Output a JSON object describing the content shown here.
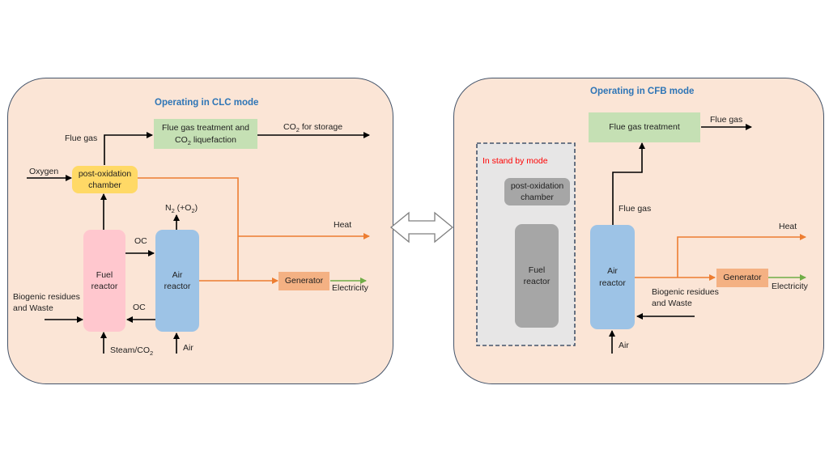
{
  "colors": {
    "panel_fill": "#fbe5d6",
    "panel_border": "#44546a",
    "title": "#2e75b6",
    "standby_text": "#ff0000",
    "green_box": "#c5e0b4",
    "yellow_box": "#ffd966",
    "pink_box": "#ffc7ce",
    "blue_box": "#9dc3e6",
    "orange_box": "#f4b183",
    "grey_box": "#a6a6a6",
    "standby_fill": "#e7e6e6",
    "black_flow": "#000000",
    "heat_flow": "#ed7d31",
    "electricity_flow": "#70ad47"
  },
  "clc": {
    "title": "Operating in CLC mode",
    "flue_gas_treatment": {
      "line1": "Flue gas treatment and",
      "line2_pre": "CO",
      "line2_sub": "2",
      "line2_post": " liquefaction"
    },
    "co2_storage": {
      "pre": "CO",
      "sub": "2",
      "post": " for storage"
    },
    "flue_gas": "Flue gas",
    "oxygen": "Oxygen",
    "post_oxidation": {
      "line1": "post-oxidation",
      "line2": "chamber"
    },
    "n2": {
      "pre": "N",
      "sub1": "2",
      "mid": " (+O",
      "sub2": "2",
      "post": ")"
    },
    "heat": "Heat",
    "oc_top": "OC",
    "oc_bottom": "OC",
    "fuel_reactor": {
      "line1": "Fuel",
      "line2": "reactor"
    },
    "air_reactor": {
      "line1": "Air",
      "line2": "reactor"
    },
    "generator": "Generator",
    "electricity": "Electricity",
    "biogenic": {
      "line1": "Biogenic residues",
      "line2": "and Waste"
    },
    "steam": {
      "pre": "Steam/CO",
      "sub": "2"
    },
    "air": "Air"
  },
  "cfb": {
    "title": "Operating in CFB mode",
    "flue_gas_treatment": "Flue gas treatment",
    "flue_gas_out": "Flue gas",
    "standby": "In stand by mode",
    "post_oxidation": {
      "line1": "post-oxidation",
      "line2": "chamber"
    },
    "fuel_reactor": {
      "line1": "Fuel",
      "line2": "reactor"
    },
    "flue_gas": "Flue gas",
    "heat": "Heat",
    "air_reactor": {
      "line1": "Air",
      "line2": "reactor"
    },
    "generator": "Generator",
    "electricity": "Electricity",
    "biogenic": {
      "line1": "Biogenic residues",
      "line2": "and Waste"
    },
    "air": "Air"
  }
}
